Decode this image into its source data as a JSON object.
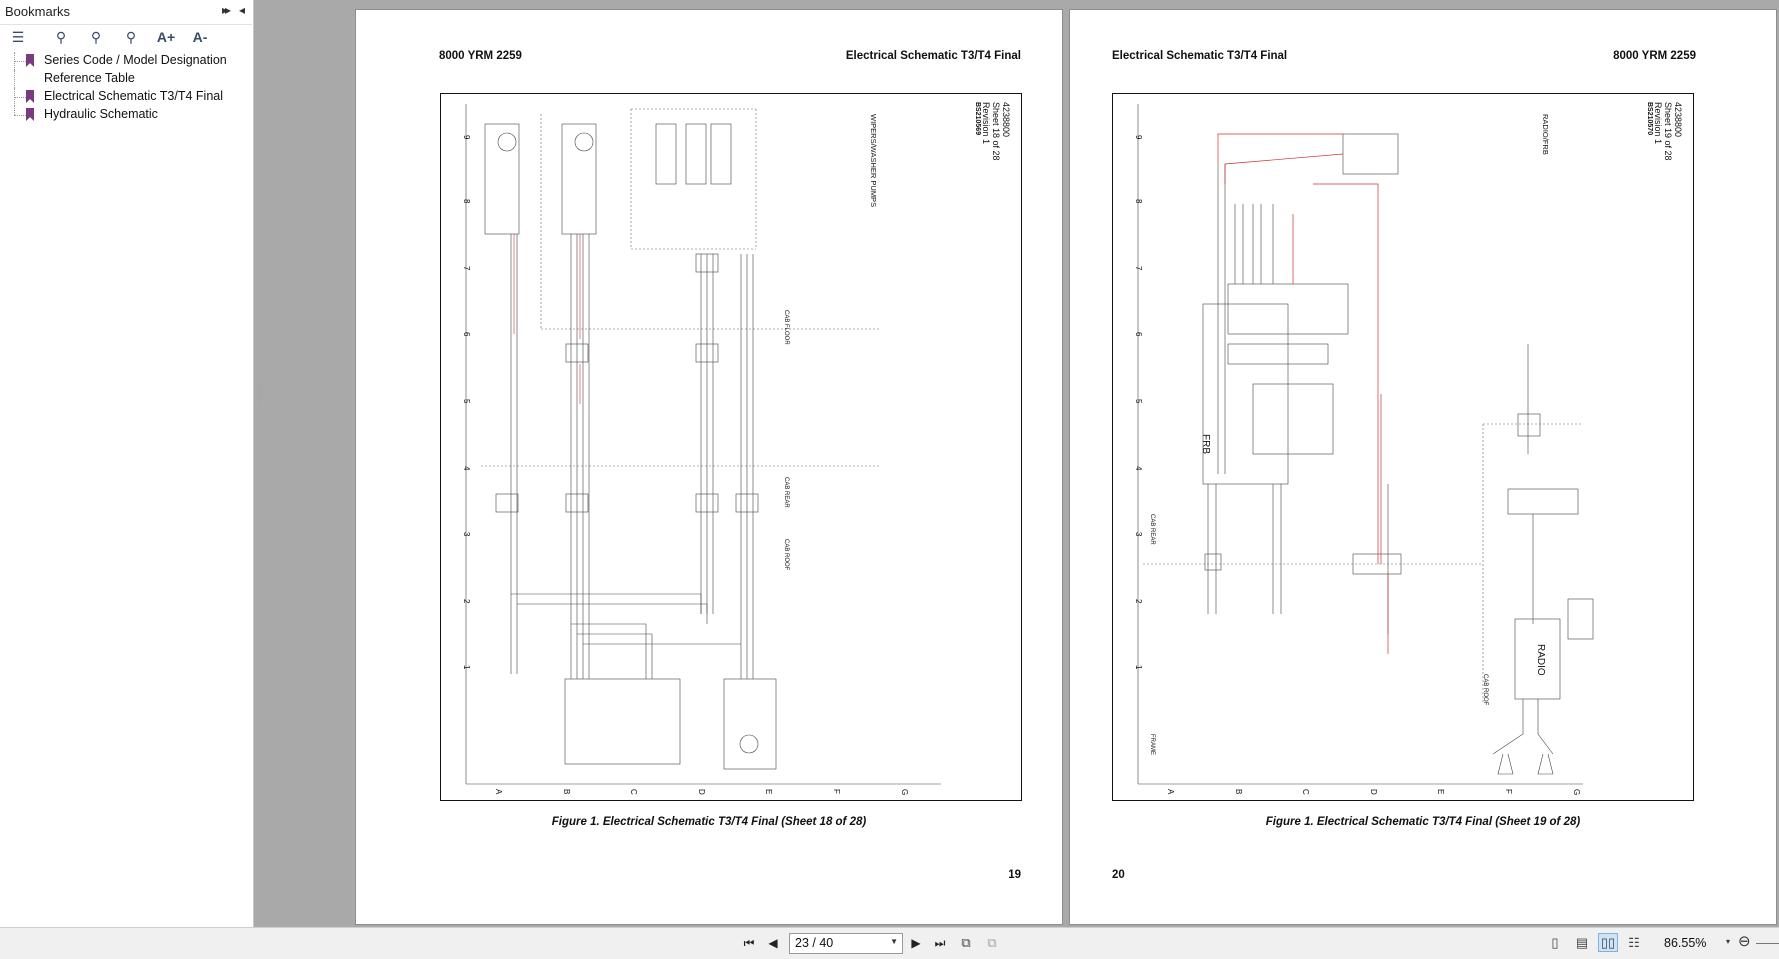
{
  "sidebar": {
    "title": "Bookmarks",
    "expand_icon": "▸▸",
    "collapse_icon": "◂",
    "tools": [
      "bookmark-list-icon",
      "find-bookmark-icon",
      "find-bookmark-icon",
      "find-bookmark-icon",
      "increase-font-icon",
      "decrease-font-icon"
    ],
    "tool_glyphs": [
      "☰",
      "⚲",
      "⚲",
      "⚲",
      "A+",
      "A-"
    ],
    "items": [
      {
        "label": "Series Code / Model Designation"
      },
      {
        "label": "Reference Table"
      },
      {
        "label": "Electrical Schematic T3/T4 Final"
      },
      {
        "label": "Hydraulic Schematic"
      }
    ]
  },
  "pages": {
    "left": {
      "header_left": "8000 YRM 2259",
      "header_right": "Electrical Schematic T3/T4 Final",
      "schematic_number": "4238800",
      "sheet": "Sheet 18 of 28",
      "revision": "Revision 1",
      "bs_code": "BS210569",
      "schematic_title": "WIPERS/WASHER PUMPS",
      "row_labels": [
        "9",
        "8",
        "7",
        "6",
        "5",
        "4",
        "3",
        "2",
        "1"
      ],
      "col_labels": [
        "A",
        "B",
        "C",
        "D",
        "E",
        "F",
        "G"
      ],
      "zone_labels": [
        "CAB FLOOR",
        "CAB REAR",
        "CAB ROOF"
      ],
      "caption": "Figure 1. Electrical Schematic T3/T4 Final (Sheet 18 of 28)",
      "page_number": "19"
    },
    "right": {
      "header_left": "Electrical Schematic T3/T4 Final",
      "header_right": "8000 YRM 2259",
      "schematic_number": "4238800",
      "sheet": "Sheet 19 of 28",
      "revision": "Revision 1",
      "bs_code": "BS210570",
      "schematic_title": "RADIO/FRB",
      "row_labels": [
        "9",
        "8",
        "7",
        "6",
        "5",
        "4",
        "3",
        "2",
        "1"
      ],
      "col_labels": [
        "A",
        "B",
        "C",
        "D",
        "E",
        "F",
        "G"
      ],
      "zone_labels": [
        "CAB REAR",
        "CAB ROOF",
        "FRAME"
      ],
      "block_labels": [
        "FRB",
        "RADIO"
      ],
      "caption": "Figure 1. Electrical Schematic T3/T4 Final (Sheet 19 of 28)",
      "page_number": "20"
    }
  },
  "toolbar": {
    "first_icon": "⏮",
    "prev_icon": "◀",
    "page_value": "23 / 40",
    "next_icon": "▶",
    "last_icon": "⏭",
    "zoom_value": "86.55%",
    "zoom_dd": "▾",
    "zoom_out": "⊖"
  },
  "colors": {
    "panel_bg": "#a9a9a9",
    "bookmark_flag": "#7b3a7f",
    "wire_red": "#d43b3b",
    "active_view": "#cde3f7"
  }
}
